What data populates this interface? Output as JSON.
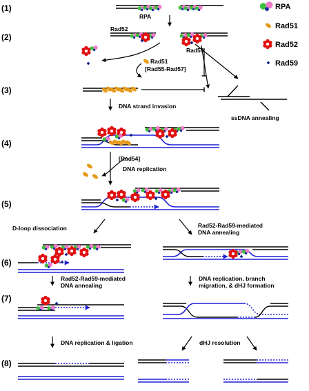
{
  "steps": [
    "(1)",
    "(2)",
    "(3)",
    "(4)",
    "(5)",
    "(6)",
    "(7)",
    "(8)"
  ],
  "legend": [
    {
      "label": "RPA",
      "icon": "rpa-icon"
    },
    {
      "label": "Rad51",
      "icon": "rad51-icon"
    },
    {
      "label": "Rad52",
      "icon": "rad52-icon"
    },
    {
      "label": "Rad59",
      "icon": "rad59-icon"
    }
  ],
  "labels": {
    "rpa": "RPA",
    "rad52": "Rad52",
    "rad59": "Rad59",
    "rad51": "Rad51",
    "rad55_57": "[Rad55-Rad57]",
    "strand_invasion": "DNA strand invasion",
    "ssdna_annealing": "ssDNA annealing",
    "rad54": "[Rad54]",
    "dna_replication": "DNA replication",
    "dloop_dissociation": "D-loop dissociation",
    "mediated_annealing_right_1": "Rad52-Rad59-mediated",
    "mediated_annealing_right_2": "DNA annealing",
    "mediated_annealing_left_1": "Rad52-Rad59-mediated",
    "mediated_annealing_left_2": "DNA annealing",
    "branch_migration_1": "DNA replication, branch",
    "branch_migration_2": "migration, & dHJ formation",
    "replication_ligation": "DNA replication & ligation",
    "dhj_resolution": "dHJ resolution"
  },
  "colors": {
    "dna_black": "#000000",
    "dna_blue": "#1f1fd6",
    "rpa_green": "#3fbf3f",
    "rpa_pink": "#f07ac8",
    "rad51": "#e89a1c",
    "rad52": "#e01010",
    "rad59": "#0a1e8c"
  }
}
